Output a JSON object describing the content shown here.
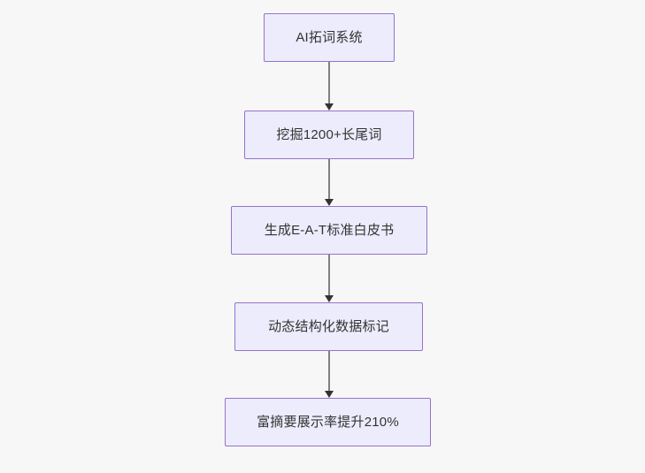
{
  "diagram": {
    "type": "flowchart",
    "direction": "top-to-bottom",
    "background_color": "#f7f7f7",
    "node_fill_color": "#ececfd",
    "node_border_color": "#9673c8",
    "node_text_color": "#333333",
    "edge_line_color": "#808080",
    "edge_arrow_color": "#333333",
    "nodes": [
      {
        "id": "n1",
        "label": "AI拓词系统"
      },
      {
        "id": "n2",
        "label": "挖掘1200+长尾词"
      },
      {
        "id": "n3",
        "label": "生成E-A-T标准白皮书"
      },
      {
        "id": "n4",
        "label": "动态结构化数据标记"
      },
      {
        "id": "n5",
        "label": "富摘要展示率提升210%"
      }
    ],
    "edges": [
      {
        "from": "n1",
        "to": "n2"
      },
      {
        "from": "n2",
        "to": "n3"
      },
      {
        "from": "n3",
        "to": "n4"
      },
      {
        "from": "n4",
        "to": "n5"
      }
    ]
  }
}
